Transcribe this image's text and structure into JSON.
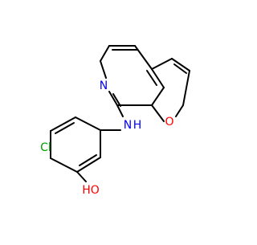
{
  "molecule": {
    "atom_labels": {
      "n_ring": "N",
      "o_furan": "O",
      "nh": "N",
      "nh_h": "H",
      "cl": "Cl",
      "oh": "HO"
    },
    "colors": {
      "bond": "#000000",
      "nitrogen": "#0000ff",
      "oxygen": "#ff0000",
      "chlorine": "#00a000"
    }
  }
}
